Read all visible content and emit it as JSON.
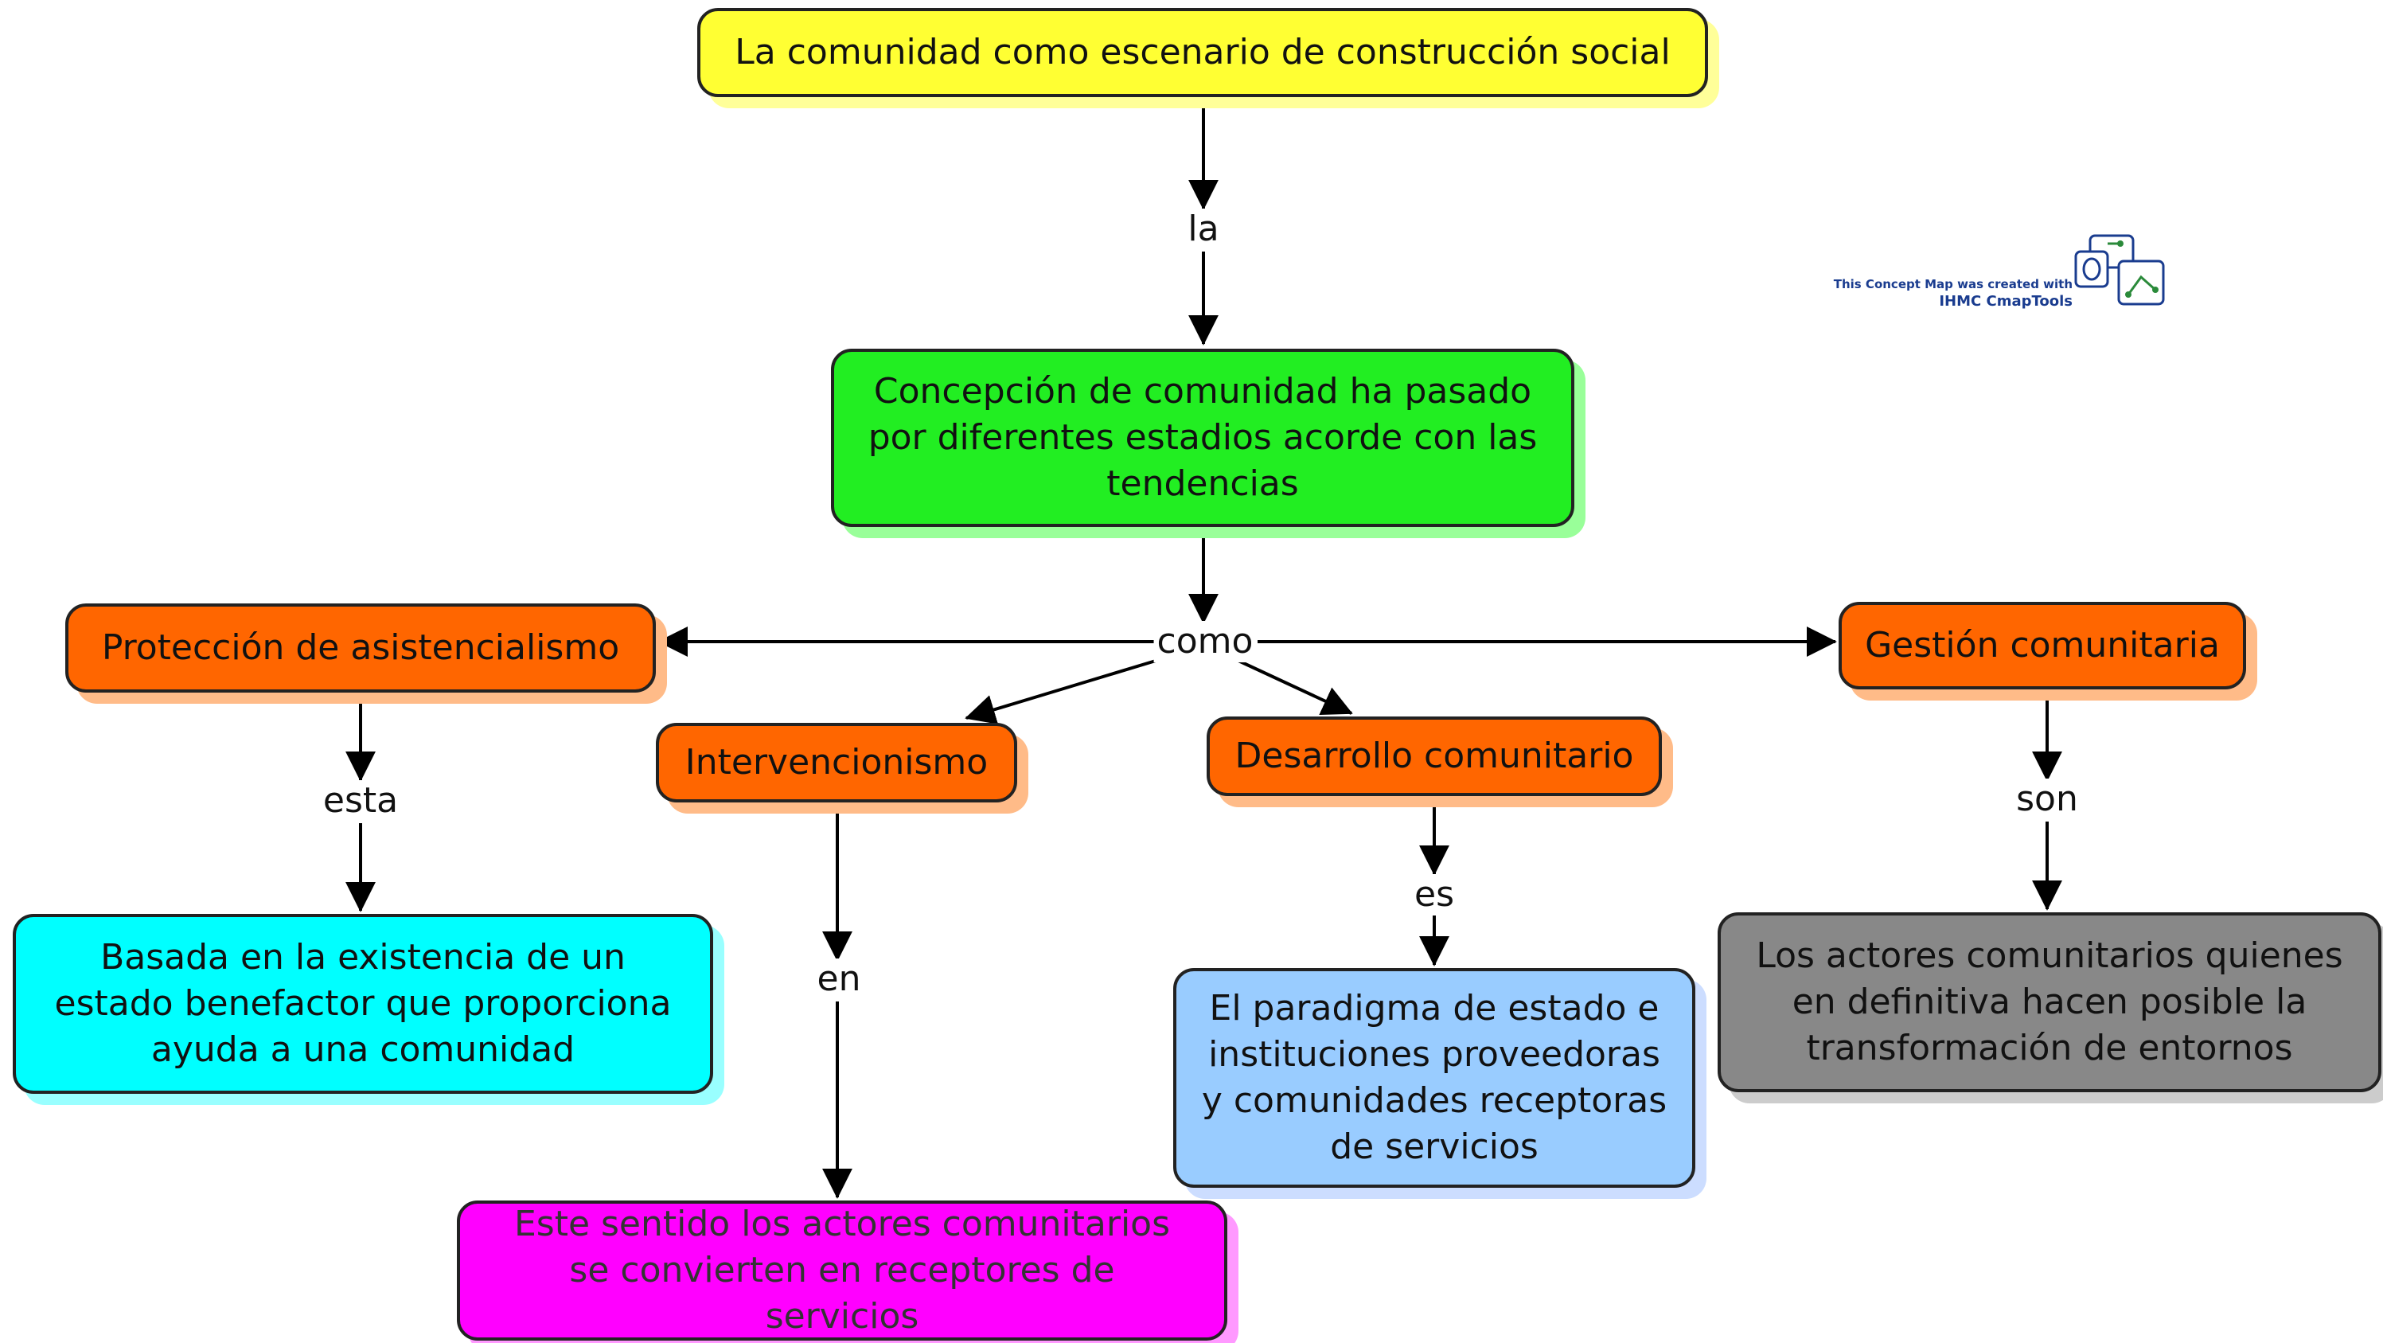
{
  "colors": {
    "yellow": "#ffff33",
    "green": "#22ee22",
    "orange": "#ff6600",
    "cyan": "#00ffff",
    "magenta": "#ff00ff",
    "light_blue": "#99ccff",
    "gray": "#888888",
    "shadow_yellow": "#ffff99",
    "shadow_green": "#99ff99",
    "shadow_orange": "#ffbb88",
    "shadow_cyan": "#99ffff",
    "shadow_magenta": "#ff99ff",
    "shadow_blue": "#ccddff",
    "shadow_gray": "#cccccc",
    "edge": "#000000"
  },
  "nodes": {
    "root": "La comunidad como escenario de construcción social",
    "concepcion": "Concepción de comunidad ha pasado por diferentes estadios acorde con las tendencias",
    "proteccion": "Protección de asistencialismo",
    "intervencionismo": "Intervencionismo",
    "desarrollo": "Desarrollo comunitario",
    "gestion": "Gestión comunitaria",
    "basada": "Basada en la existencia de un estado benefactor que proporciona ayuda a una comunidad",
    "este_sentido": "Este sentido los actores comunitarios se convierten en receptores de servicios",
    "paradigma": "El paradigma de estado e instituciones proveedoras y comunidades receptoras de servicios",
    "actores": "Los actores comunitarios quienes en definitiva hacen posible la transformación de entornos"
  },
  "links": {
    "la": "la",
    "como": "como",
    "esta": "esta",
    "en": "en",
    "es": "es",
    "son": "son"
  },
  "watermark": {
    "line1": "This Concept Map was created with",
    "line2": "IHMC CmapTools",
    "icon": "cmaptools-logo-icon"
  }
}
